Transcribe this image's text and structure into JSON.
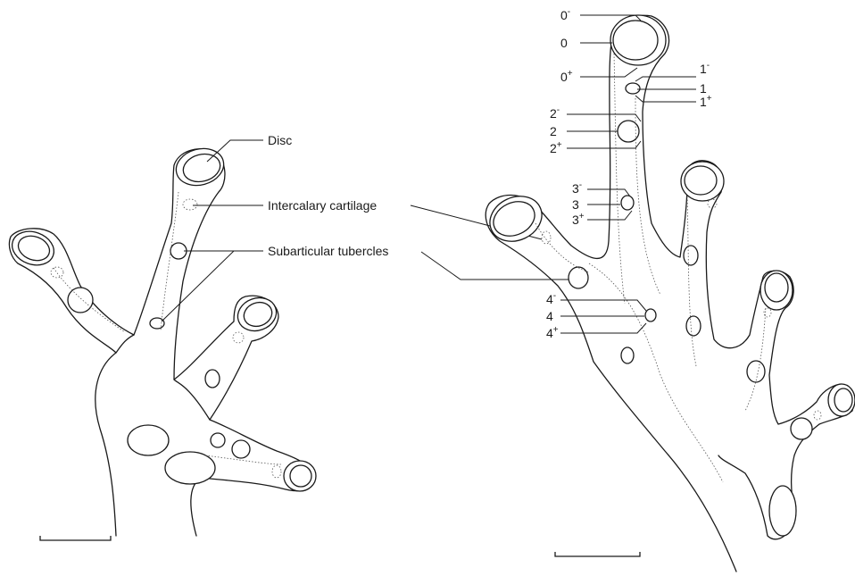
{
  "left_panel": {
    "labels": {
      "disc": "Disc",
      "intercalary": "Intercalary cartilage",
      "subarticular": "Subarticular tubercles"
    }
  },
  "right_panel": {
    "markers": [
      {
        "id": "m0minus",
        "base": "0",
        "sup": "-"
      },
      {
        "id": "m0",
        "base": "0",
        "sup": ""
      },
      {
        "id": "m0plus",
        "base": "0",
        "sup": "+"
      },
      {
        "id": "m1minus",
        "base": "1",
        "sup": "-"
      },
      {
        "id": "m1",
        "base": "1",
        "sup": ""
      },
      {
        "id": "m1plus",
        "base": "1",
        "sup": "+"
      },
      {
        "id": "m2minus",
        "base": "2",
        "sup": "-"
      },
      {
        "id": "m2",
        "base": "2",
        "sup": ""
      },
      {
        "id": "m2plus",
        "base": "2",
        "sup": "+"
      },
      {
        "id": "m3minus",
        "base": "3",
        "sup": "-"
      },
      {
        "id": "m3",
        "base": "3",
        "sup": ""
      },
      {
        "id": "m3plus",
        "base": "3",
        "sup": "+"
      },
      {
        "id": "m4minus",
        "base": "4",
        "sup": "-"
      },
      {
        "id": "m4",
        "base": "4",
        "sup": ""
      },
      {
        "id": "m4plus",
        "base": "4",
        "sup": "+"
      }
    ]
  },
  "colors": {
    "ink": "#1a1a1a",
    "dotted": "#555555",
    "background": "#ffffff"
  }
}
